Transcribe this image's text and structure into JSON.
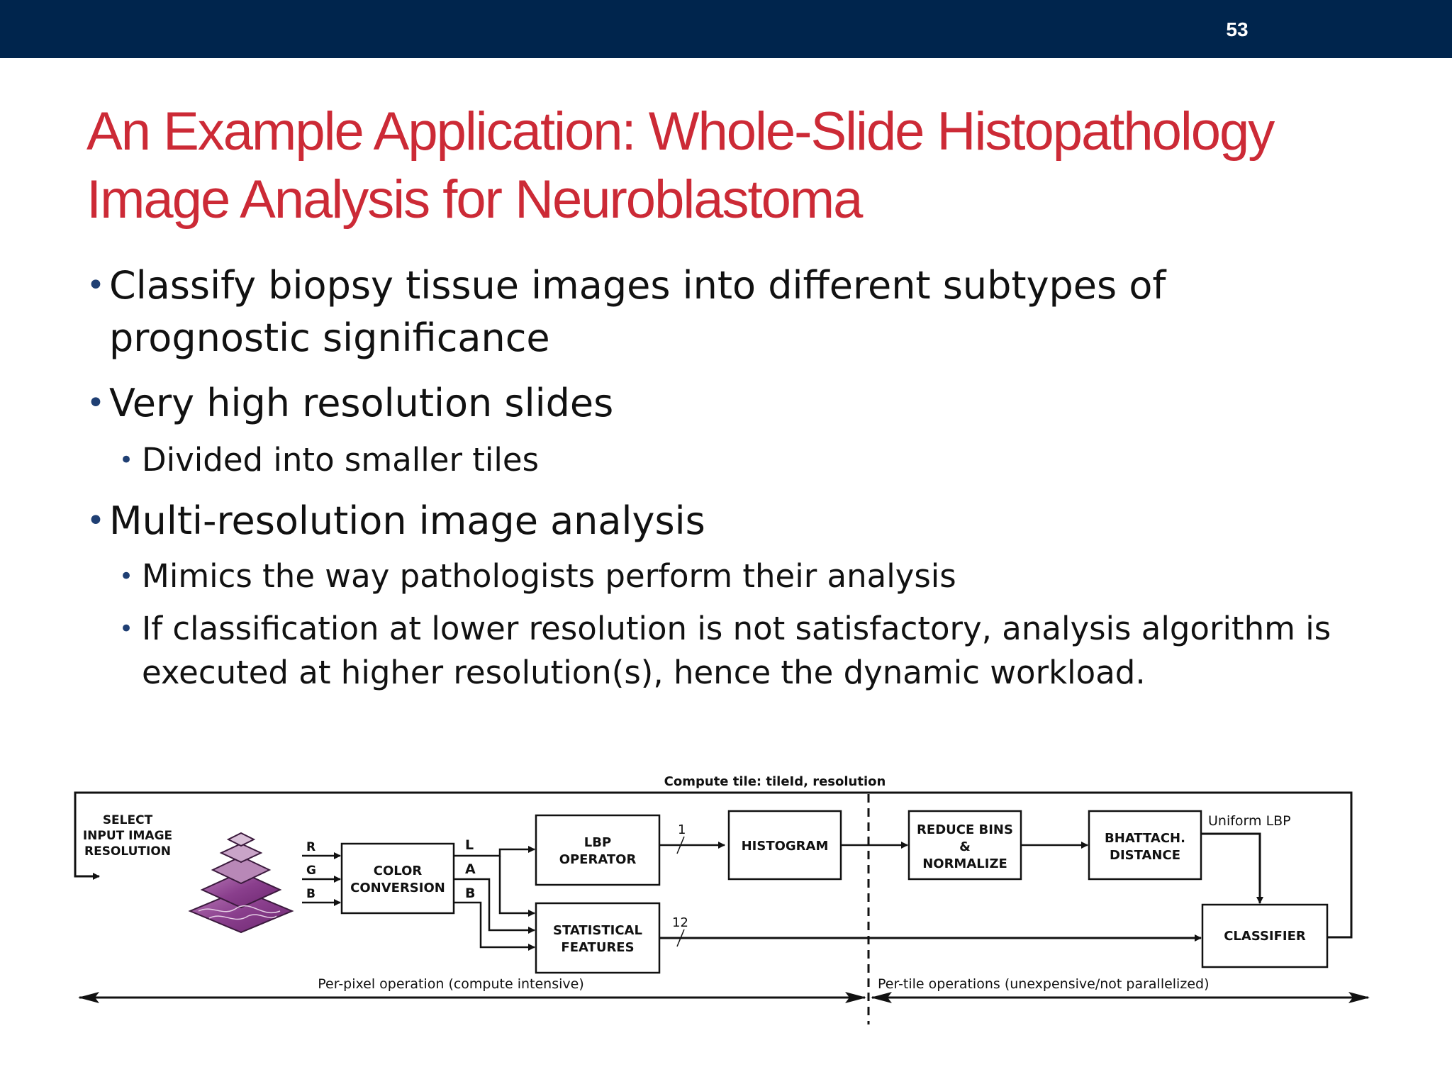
{
  "header": {
    "page_number": "53"
  },
  "title": {
    "line1": "An Example Application: Whole-Slide Histopathology",
    "line2": "Image Analysis for Neuroblastoma"
  },
  "bullets": {
    "b1": "Classify biopsy tissue images into different subtypes of prognostic significance",
    "b2": "Very high resolution slides",
    "b2_sub1": "Divided into smaller tiles",
    "b3": "Multi-resolution image analysis",
    "b3_sub1": "Mimics the way pathologists perform their analysis",
    "b3_sub2": "If classification at lower resolution is not satisfactory, analysis algorithm is executed at higher resolution(s), hence the dynamic workload."
  },
  "diagram": {
    "top_label": "Compute tile: tileId, resolution",
    "select_line1": "SELECT",
    "select_line2": "INPUT IMAGE",
    "select_line3": "RESOLUTION",
    "r": "R",
    "g": "G",
    "b": "B",
    "color_line1": "COLOR",
    "color_line2": "CONVERSION",
    "l": "L",
    "a": "A",
    "b2": "B",
    "lbp_line1": "LBP",
    "lbp_line2": "OPERATOR",
    "stat_line1": "STATISTICAL",
    "stat_line2": "FEATURES",
    "n1": "1",
    "n12": "12",
    "histogram": "HISTOGRAM",
    "reduce_line1": "REDUCE BINS",
    "reduce_line2": "&",
    "reduce_line3": "NORMALIZE",
    "bhatt_line1": "BHATTACH.",
    "bhatt_line2": "DISTANCE",
    "uniform": "Uniform LBP",
    "classifier": "CLASSIFIER",
    "per_pixel": "Per-pixel operation (compute intensive)",
    "per_tile": "Per-tile operations (unexpensive/not parallelized)"
  },
  "colors": {
    "header_bg": "#00254d",
    "title": "#cc2a36",
    "bullet": "#1f3f73"
  }
}
